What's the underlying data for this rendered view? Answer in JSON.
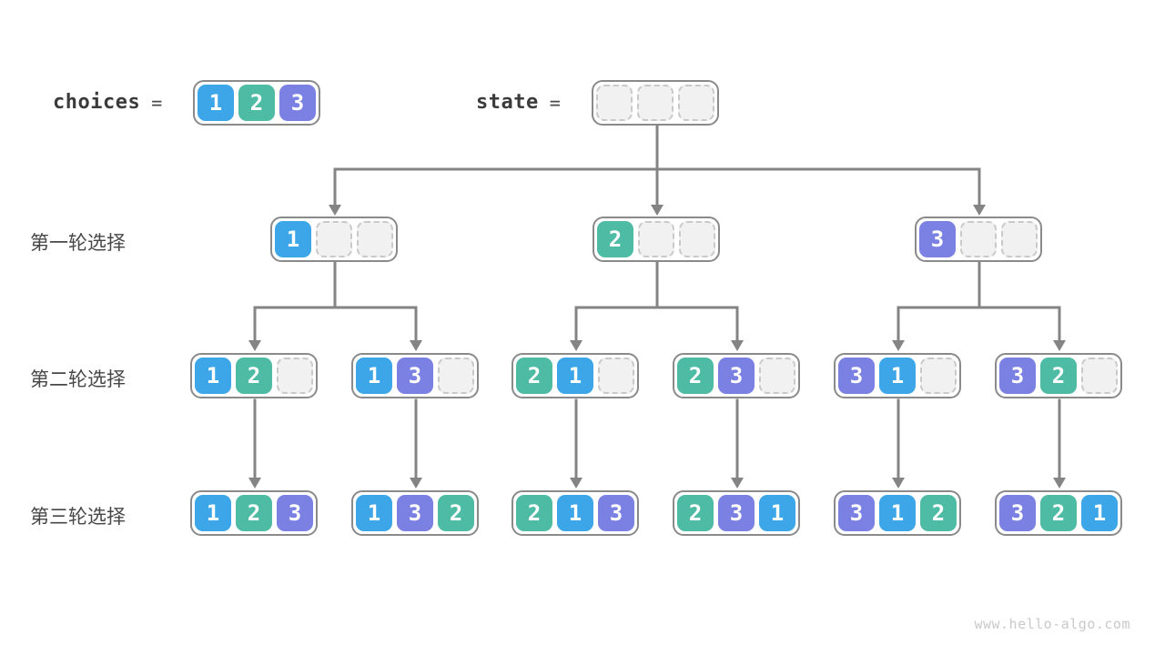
{
  "header": {
    "choices_label": "choices",
    "state_label": "state",
    "equals": "=",
    "choices": [
      1,
      2,
      3
    ],
    "state": [
      null,
      null,
      null
    ]
  },
  "rows": [
    {
      "label": "第一轮选择",
      "nodes": [
        [
          1,
          null,
          null
        ],
        [
          2,
          null,
          null
        ],
        [
          3,
          null,
          null
        ]
      ]
    },
    {
      "label": "第二轮选择",
      "nodes": [
        [
          1,
          2,
          null
        ],
        [
          1,
          3,
          null
        ],
        [
          2,
          1,
          null
        ],
        [
          2,
          3,
          null
        ],
        [
          3,
          1,
          null
        ],
        [
          3,
          2,
          null
        ]
      ]
    },
    {
      "label": "第三轮选择",
      "nodes": [
        [
          1,
          2,
          3
        ],
        [
          1,
          3,
          2
        ],
        [
          2,
          1,
          3
        ],
        [
          2,
          3,
          1
        ],
        [
          3,
          1,
          2
        ],
        [
          3,
          2,
          1
        ]
      ]
    }
  ],
  "palette": {
    "1": "#3CA6E8",
    "2": "#4EBCA5",
    "3": "#7A81E3"
  },
  "edge_color": "#848484",
  "watermark": "www.hello-algo.com"
}
